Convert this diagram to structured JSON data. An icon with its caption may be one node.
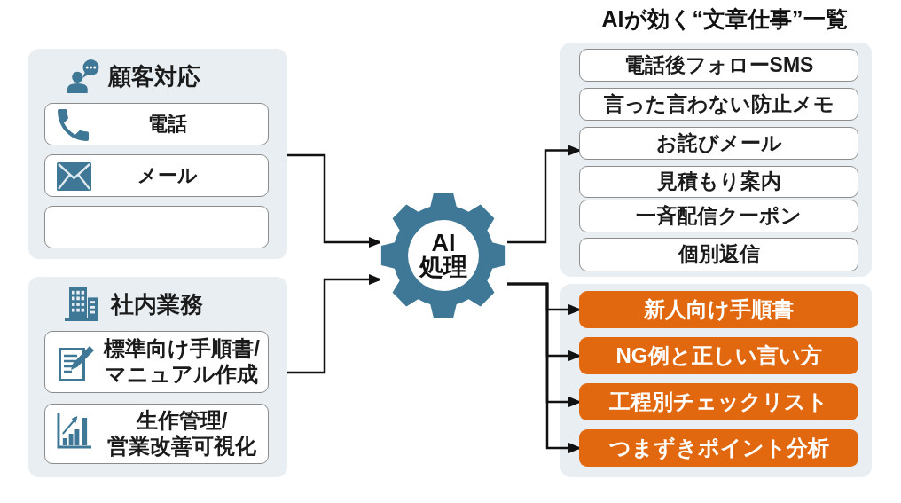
{
  "diagram": {
    "title": "AIが効く“文章仕事”一覧",
    "nodes": [
      {
        "text": [
          "顧客対応"
        ]
      },
      {
        "text": [
          "電話"
        ],
        "in": 0
      },
      {
        "text": [
          "メール"
        ],
        "in": 0
      },
      {
        "text": [],
        "shape": "box",
        "in": 0
      },
      {
        "text": [
          "社内業務"
        ]
      },
      {
        "text": [
          "標準向け手順書/マニュアル作成"
        ],
        "in": 4
      },
      {
        "text": [
          "生作管理/営業改善可視化"
        ],
        "in": 4
      },
      {
        "text": [
          "AI処理"
        ]
      },
      {
        "text": [],
        "shape": "box"
      },
      {
        "text": [
          "電話後フォローSMS"
        ],
        "in": 8
      },
      {
        "text": [
          "言った言わない防止メモ"
        ],
        "in": 8
      },
      {
        "text": [
          "お詫びメール"
        ],
        "in": 8
      },
      {
        "text": [
          "見積もり案内"
        ],
        "in": 8
      },
      {
        "text": [
          "一斉配信クーポン"
        ],
        "in": 8
      },
      {
        "text": [
          "個別返信"
        ],
        "in": 8
      },
      {
        "text": [],
        "shape": "box"
      },
      {
        "text": [
          "新人向け手順書"
        ],
        "in": 15
      },
      {
        "text": [
          "NG例と正しい言い方"
        ],
        "in": 15
      },
      {
        "text": [
          "工程別チェックリスト"
        ],
        "in": 15
      },
      {
        "text": [
          "つまずきポイント分析"
        ],
        "in": 15
      }
    ],
    "edges": [
      {
        "from": 0,
        "to": 7,
        "arrow": "to"
      },
      {
        "from": 4,
        "to": 7,
        "arrow": "to"
      },
      {
        "from": 7,
        "to": 11,
        "arrow": "to"
      },
      {
        "from": 7,
        "to": 16,
        "arrow": "to"
      },
      {
        "from": 7,
        "to": 17,
        "arrow": "to"
      },
      {
        "from": 7,
        "to": 18,
        "arrow": "to"
      },
      {
        "from": 7,
        "to": 19,
        "arrow": "to"
      }
    ]
  }
}
